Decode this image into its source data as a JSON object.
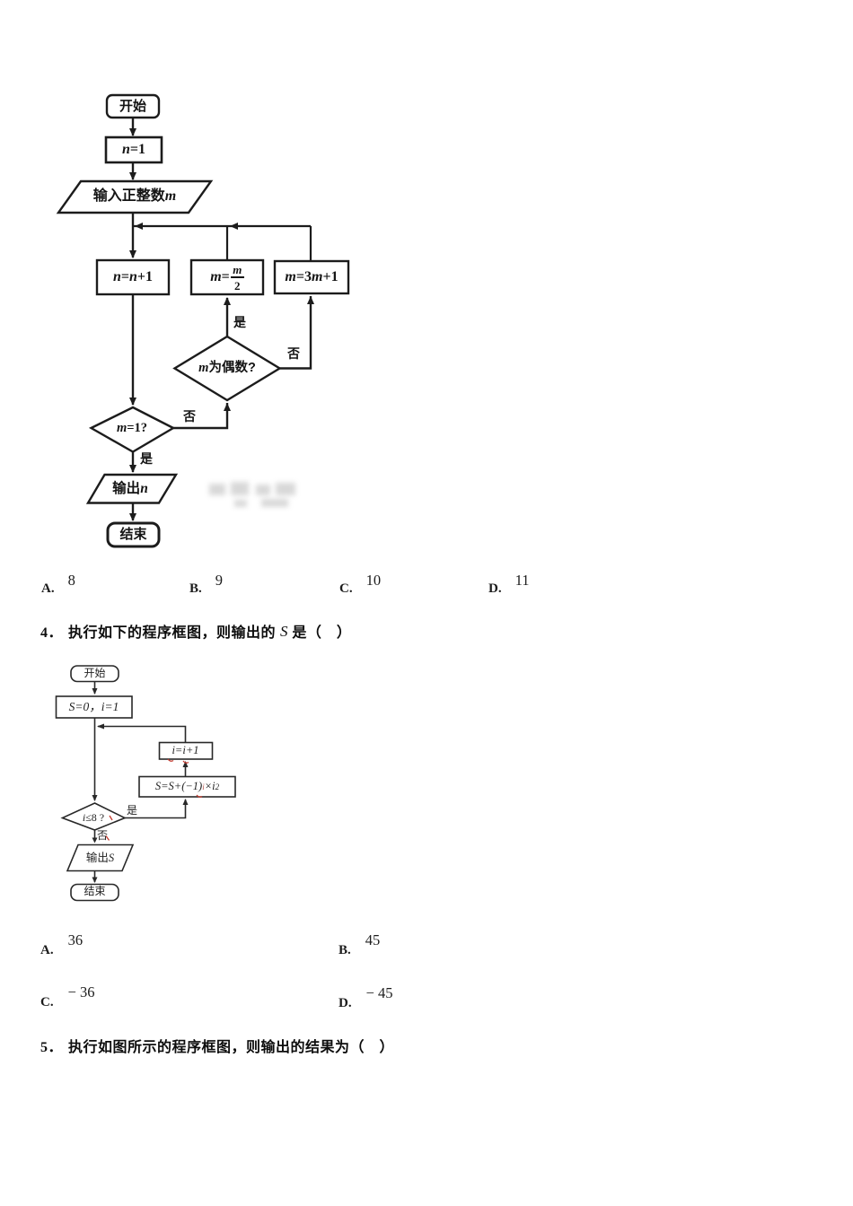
{
  "colors": {
    "ink": "#1c1c1c",
    "red_annotation": "#c43b2f",
    "watermark_gray": "#9f9f9f",
    "background": "#ffffff"
  },
  "flowchart1": {
    "start": "开始",
    "n1": {
      "v": "n",
      "t": "=1"
    },
    "input": {
      "t": "输入正整数",
      "v": "m"
    },
    "nn1": {
      "v1": "n",
      "t1": "=",
      "v2": "n",
      "t2": "+1"
    },
    "m_half": {
      "v": "m",
      "eq": "=",
      "num": "m",
      "den": "2"
    },
    "m31": {
      "v1": "m",
      "t1": "=3",
      "v2": "m",
      "t2": "+1"
    },
    "even_diamond": {
      "v": "m",
      "t": "为偶数?"
    },
    "m1_diamond": {
      "v": "m",
      "t": "=1?"
    },
    "output": {
      "t": "输出",
      "v": "n"
    },
    "end": "结束",
    "label_yes_even": "是",
    "label_no_even": "否",
    "label_no_m1": "否",
    "label_yes_m1": "是"
  },
  "q3_options": {
    "items": [
      {
        "letter": "A.",
        "value": "8"
      },
      {
        "letter": "B.",
        "value": "9"
      },
      {
        "letter": "C.",
        "value": "10"
      },
      {
        "letter": "D.",
        "value": "11"
      }
    ]
  },
  "q4": {
    "number": "4．",
    "text": "执行如下的程序框图，则输出的 ",
    "var": "S",
    "tail": " 是（　）"
  },
  "flowchart2": {
    "start": "开始",
    "init": "S=0，i=1",
    "iplus": "i=i+1",
    "sum": {
      "a": "S=S+(−1)",
      "sup1": "i",
      "b": "×i",
      "sup2": "2"
    },
    "cond": {
      "v": "i",
      "t": "≤8 ?"
    },
    "output": {
      "t": "输出 ",
      "v": "S"
    },
    "end": "结束",
    "label_yes": "是",
    "label_no": "否"
  },
  "q4_options": {
    "items": [
      {
        "letter": "A.",
        "value": "36"
      },
      {
        "letter": "B.",
        "value": "45"
      },
      {
        "letter": "C.",
        "value": "− 36"
      },
      {
        "letter": "D.",
        "value": "− 45"
      }
    ]
  },
  "q5": {
    "number": "5．",
    "text": "执行如图所示的程序框图，则输出的结果为（　）"
  }
}
